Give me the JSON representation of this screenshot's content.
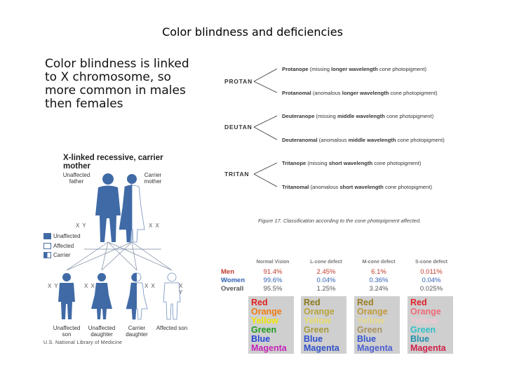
{
  "title": "Color blindness and deficiencies",
  "body_text": "Color blindness is linked to X chromosome, so more common in males then females",
  "pedigree": {
    "title": "X-linked recessive, carrier mother",
    "father_label": "Unaffected father",
    "mother_label": "Carrier mother",
    "father_chrom": "X Y",
    "mother_chrom": "X X",
    "legend": [
      "Unaffected",
      "Affected",
      "Carrier"
    ],
    "children": [
      {
        "label": "Unaffected son",
        "chrom": "X Y"
      },
      {
        "label": "Unaffected daughter",
        "chrom": "X X"
      },
      {
        "label": "Carrier daughter",
        "chrom": "X X"
      },
      {
        "label": "Affected son",
        "chrom": "X Y"
      }
    ],
    "credit": "U.S. National Library of Medicine",
    "colors": {
      "unaffected": "#3f6aa6",
      "affected": "#ffffff",
      "outline": "#6f8fbf"
    }
  },
  "classification": {
    "types": [
      {
        "name": "PROTAN",
        "subs": [
          {
            "pre": "Protanope",
            "mid": "(missing ",
            "bold": "longer wavelength",
            "post": " cone photopigment)"
          },
          {
            "pre": "Protanomal",
            "mid": "(anomalous ",
            "bold": "longer wavelength",
            "post": " cone photopigment)"
          }
        ]
      },
      {
        "name": "DEUTAN",
        "subs": [
          {
            "pre": "Deuteranope",
            "mid": "(missing ",
            "bold": "middle wavelength",
            "post": " cone photopigment)"
          },
          {
            "pre": "Deuteranomal",
            "mid": "(anomalous ",
            "bold": "middle wavelength",
            "post": " cone photopigment)"
          }
        ]
      },
      {
        "name": "TRITAN",
        "subs": [
          {
            "pre": "Tritanope",
            "mid": "(missing ",
            "bold": "short wavelength",
            "post": " cone photopigment)"
          },
          {
            "pre": "Tritanomal",
            "mid": "(anomalous ",
            "bold": "short wavelength",
            "post": " cone photopigment)"
          }
        ]
      }
    ],
    "caption": "Figure 17. Classification according to the cone photopigment affected."
  },
  "table": {
    "headers": [
      "Normal Vision",
      "L-cone defect",
      "M-cone defect",
      "S-cone defect"
    ],
    "rows": [
      {
        "label": "Men",
        "color": "#c0392b",
        "values": [
          "91.4%",
          "2.45%",
          "6.1%",
          "0.011%"
        ]
      },
      {
        "label": "Women",
        "color": "#2f5fb3",
        "values": [
          "99.6%",
          "0.04%",
          "0.36%",
          "0.04%"
        ]
      },
      {
        "label": "Overall",
        "color": "#555555",
        "values": [
          "95.5%",
          "1.25%",
          "3.24%",
          "0.025%"
        ]
      }
    ]
  },
  "panels": [
    {
      "words": [
        {
          "t": "Red",
          "c": "#e02020"
        },
        {
          "t": "Orange",
          "c": "#f07a10"
        },
        {
          "t": "Yellow",
          "c": "#f2e600"
        },
        {
          "t": "Green",
          "c": "#1f9a1f"
        },
        {
          "t": "Blue",
          "c": "#2345d8"
        },
        {
          "t": "Magenta",
          "c": "#c424b8"
        }
      ]
    },
    {
      "words": [
        {
          "t": "Red",
          "c": "#8a7a1e"
        },
        {
          "t": "Orange",
          "c": "#b7a33a"
        },
        {
          "t": "Yellow",
          "c": "#e6dc6a"
        },
        {
          "t": "Green",
          "c": "#a6993a"
        },
        {
          "t": "Blue",
          "c": "#2e4fd0"
        },
        {
          "t": "Magenta",
          "c": "#3050c8"
        }
      ]
    },
    {
      "words": [
        {
          "t": "Red",
          "c": "#9a7d22"
        },
        {
          "t": "Orange",
          "c": "#c09a3a"
        },
        {
          "t": "Yellow",
          "c": "#e8d98a"
        },
        {
          "t": "Green",
          "c": "#a8925a"
        },
        {
          "t": "Blue",
          "c": "#3455d0"
        },
        {
          "t": "Magenta",
          "c": "#4c5fd0"
        }
      ]
    },
    {
      "words": [
        {
          "t": "Red",
          "c": "#e0202a"
        },
        {
          "t": "Orange",
          "c": "#f06a78"
        },
        {
          "t": "Yellow",
          "c": "#f0c8d4"
        },
        {
          "t": "Green",
          "c": "#30c0c8"
        },
        {
          "t": "Blue",
          "c": "#1f8fa8"
        },
        {
          "t": "Magenta",
          "c": "#d0204a"
        }
      ]
    }
  ]
}
